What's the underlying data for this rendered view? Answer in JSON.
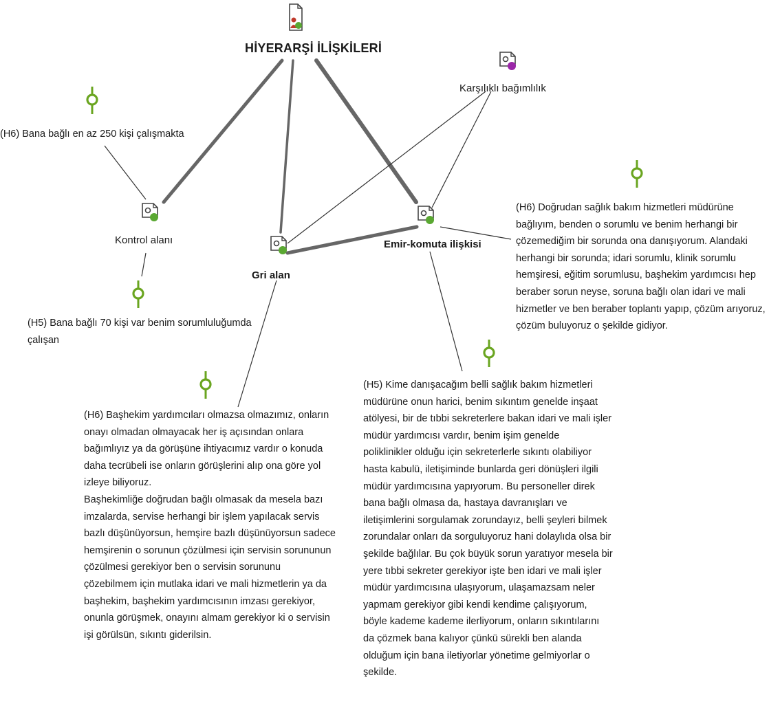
{
  "root": {
    "title": "HİYERARŞİ İLİŞKİLERİ",
    "icon": "case-person-icon"
  },
  "nodes": {
    "karsilikli": {
      "label": "Karşılıklı bağımlılık",
      "icon": "code-tag-icon",
      "dot_color": "#9b27a8"
    },
    "kontrol": {
      "label": "Kontrol alanı",
      "icon": "code-tag-icon",
      "dot_color": "#5aa832"
    },
    "gri": {
      "label": "Gri alan",
      "icon": "code-tag-icon",
      "dot_color": "#5aa832"
    },
    "emir": {
      "label": "Emir-komuta ilişkisi",
      "icon": "code-tag-icon",
      "dot_color": "#5aa832"
    }
  },
  "quotes": {
    "q1": "(H6) Bana bağlı en az 250 kişi çalışmakta",
    "q2": "(H5) Bana bağlı 70 kişi var benim sorumluluğumda\nçalışan",
    "q3": "(H6) Doğrudan sağlık bakım hizmetleri müdürüne\nbağlıyım, benden o sorumlu ve benim herhangi bir\nçözemediğim bir sorunda ona danışıyorum. Alandaki\nherhangi bir sorunda; idari sorumlu, klinik sorumlu\nhemşiresi, eğitim sorumlusu, başhekim yardımcısı hep\nberaber sorun neyse, soruna bağlı olan idari ve mali\nhizmetler ve ben beraber toplantı yapıp, çözüm arıyoruz,\nçözüm buluyoruz o şekilde gidiyor.",
    "q4": "(H6) Başhekim yardımcıları olmazsa olmazımız, onların\nonayı olmadan olmayacak her iş açısından onlara\nbağımlıyız ya da görüşüne ihtiyacımız vardır o konuda\ndaha tecrübeli ise onların görüşlerini alıp ona göre yol\nizleye biliyoruz.\nBaşhekimliğe doğrudan bağlı olmasak da mesela bazı\nimzalarda, servise herhangi bir işlem yapılacak servis\nbazlı düşünüyorsun, hemşire bazlı düşünüyorsun sadece\nhemşirenin o sorunun çözülmesi için servisin sorununun\nçözülmesi gerekiyor ben o servisin sorununu\nçözebilmem için mutlaka idari ve mali hizmetlerin ya da\nbaşhekim, başhekim yardımcısının imzası gerekiyor,\nonunla görüşmek, onayını almam gerekiyor ki o servisin\nişi görülsün, sıkıntı giderilsin.",
    "q5": "(H5) Kime danışacağım belli sağlık bakım hizmetleri\nmüdürüne onun harici, benim sıkıntım genelde inşaat\natölyesi, bir de tıbbi sekreterlere bakan idari ve mali işler\nmüdür yardımcısı vardır, benim işim genelde\npoliklinikler olduğu için sekreterlerle sıkıntı olabiliyor\nhasta kabulü, iletişiminde bunlarda geri dönüşleri ilgili\nmüdür yardımcısına yapıyorum. Bu personeller direk\nbana bağlı olmasa da, hastaya davranışları ve\niletişimlerini sorgulamak zorundayız, belli şeyleri bilmek\nzorundalar onları da sorguluyoruz hani dolaylıda olsa bir\nşekilde bağlılar. Bu çok büyük sorun yaratıyor mesela bir\nyere tıbbi sekreter gerekiyor işte ben idari ve mali işler\nmüdür yardımcısına ulaşıyorum, ulaşamazsam neler\nyapmam gerekiyor gibi kendi kendime çalışıyorum,\nböyle kademe kademe ilerliyorum, onların sıkıntılarını\nda çözmek bana kalıyor çünkü sürekli ben alanda\nolduğum için bana iletiyorlar yönetime gelmiyorlar o\nşekilde."
  },
  "quote_icon": "quotation-pin-icon",
  "colors": {
    "pin": "#6aa520",
    "thick_line": "#666666",
    "thin_line": "#333333",
    "text": "#1a1a1a"
  }
}
